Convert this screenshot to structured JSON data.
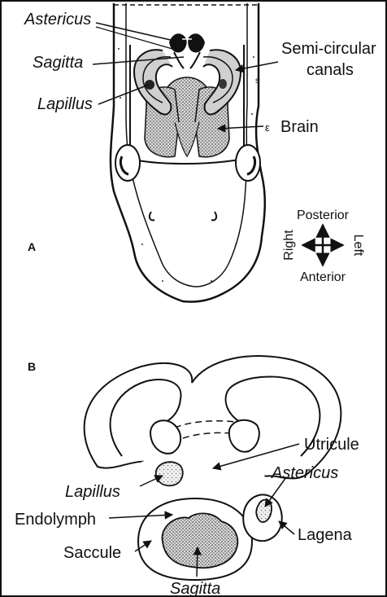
{
  "panel_a": {
    "letter": "A",
    "labels": {
      "astericus": "Astericus",
      "sagitta": "Sagitta",
      "lapillus": "Lapillus",
      "semicircular_line1": "Semi-circular",
      "semicircular_line2": "canals",
      "brain": "Brain",
      "small_s": "s",
      "small_e": "ε"
    },
    "compass": {
      "posterior": "Posterior",
      "anterior": "Anterior",
      "right": "Right",
      "left": "Left"
    }
  },
  "panel_b": {
    "letter": "B",
    "labels": {
      "utricule": "Utricule",
      "astericus": "Astericus",
      "lapillus": "Lapillus",
      "endolymph": "Endolymph",
      "lagena": "Lagena",
      "saccule": "Saccule",
      "sagitta": "Sagitta"
    }
  }
}
